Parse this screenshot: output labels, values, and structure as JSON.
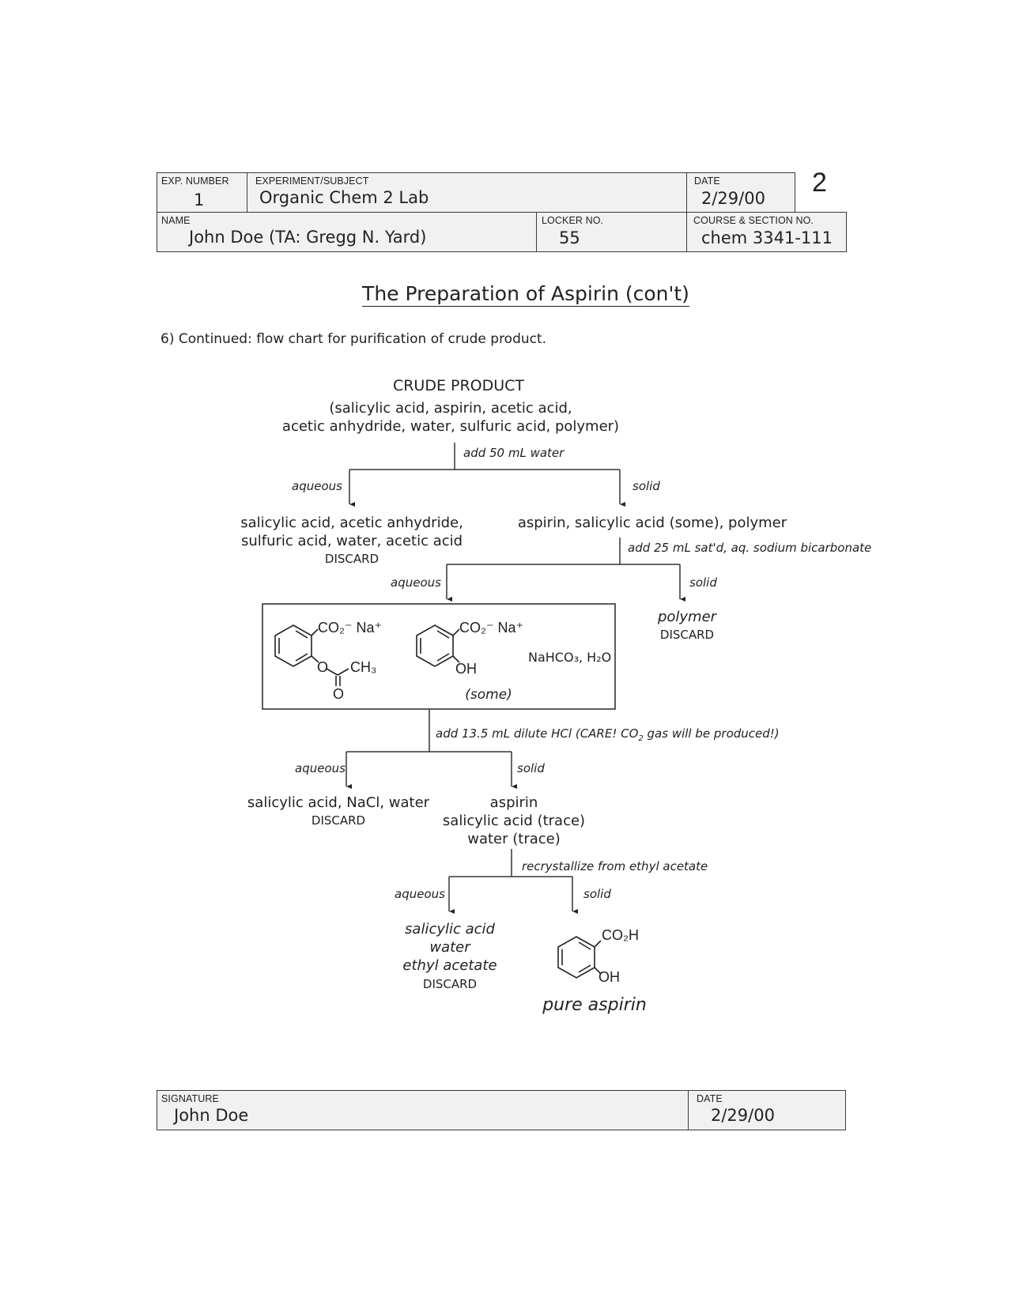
{
  "header": {
    "exp_number_label": "EXP. NUMBER",
    "exp_number": "1",
    "subject_label": "EXPERIMENT/SUBJECT",
    "subject": "Organic Chem 2 Lab",
    "date_label": "DATE",
    "date": "2/29/00",
    "page_number": "2",
    "name_label": "NAME",
    "name": "John Doe (TA: Gregg N. Yard)",
    "locker_label": "LOCKER NO.",
    "locker": "55",
    "course_label": "COURSE & SECTION NO.",
    "course": "chem 3341-111"
  },
  "title": "The Preparation of Aspirin (con't)",
  "intro": "6) Continued: flow chart for purification of crude product.",
  "flow": {
    "crude_title": "CRUDE PRODUCT",
    "crude_line1": "(salicylic acid, aspirin, acetic acid,",
    "crude_line2": "acetic anhydride, water, sulfuric acid, polymer)",
    "step1": "add 50 mL water",
    "aqueous": "aqueous",
    "solid": "solid",
    "aq1_line1": "salicylic acid, acetic anhydride,",
    "aq1_line2": "sulfuric acid, water, acetic acid",
    "discard": "DISCARD",
    "solid1": "aspirin, salicylic acid (some), polymer",
    "step2": "add 25 mL sat'd, aq. sodium bicarbonate",
    "polymer": "polymer",
    "salt_label": "CO₂⁻ Na⁺",
    "ch3": "CH₃",
    "o_atom": "O",
    "oh": "OH",
    "nahco3": "NaHCO₃, H₂O",
    "some": "(some)",
    "step3_a": "add 13.5 mL dilute HCl (CARE! CO",
    "step3_sub": "2",
    "step3_b": " gas will be produced!)",
    "aq3": "salicylic acid, NaCl, water",
    "solid3_line1": "aspirin",
    "solid3_line2": "salicylic acid (trace)",
    "solid3_line3": "water (trace)",
    "step4": "recrystallize from ethyl acetate",
    "aq4_line1": "salicylic acid",
    "aq4_line2": "water",
    "aq4_line3": "ethyl acetate",
    "co2h": "CO₂H",
    "pure": "pure aspirin"
  },
  "footer": {
    "signature_label": "SIGNATURE",
    "signature": "John Doe",
    "date_label": "DATE",
    "date": "2/29/00"
  }
}
